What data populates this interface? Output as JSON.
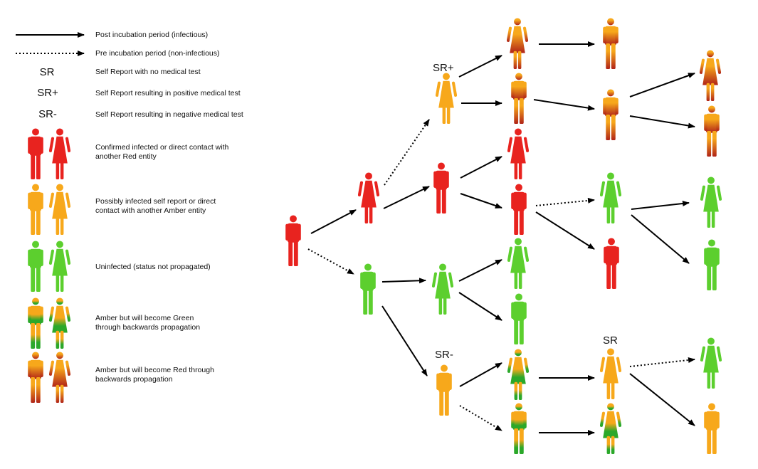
{
  "legend": {
    "solid_arrow": "Post incubation period (infectious)",
    "dotted_arrow": "Pre incubation period (non-infectious)",
    "sr": {
      "symbol": "SR",
      "text": "Self Report with no medical test"
    },
    "sr_plus": {
      "symbol": "SR+",
      "text": "Self Report resulting in positive medical test"
    },
    "sr_minus": {
      "symbol": "SR-",
      "text": "Self Report resulting in negative medical test"
    },
    "red": "Confirmed infected or direct contact with\nanother Red entity",
    "amber": "Possibly infected self report or direct\ncontact with another Amber entity",
    "green": "Uninfected (status not propagated)",
    "amber_to_green": "Amber but will become Green\nthrough backwards propagation",
    "amber_to_red": "Amber but will become Red through\nbackwards propagation"
  },
  "diagram": {
    "labels": {
      "sr_plus": "SR+",
      "sr_minus": "SR-",
      "sr": "SR"
    }
  },
  "colors": {
    "red": "#e8231f",
    "amber": "#f7a81b",
    "green": "#5ccf2e",
    "amber_red_bottom": "#b02318",
    "amber_green_bottom": "#2ba82a"
  }
}
